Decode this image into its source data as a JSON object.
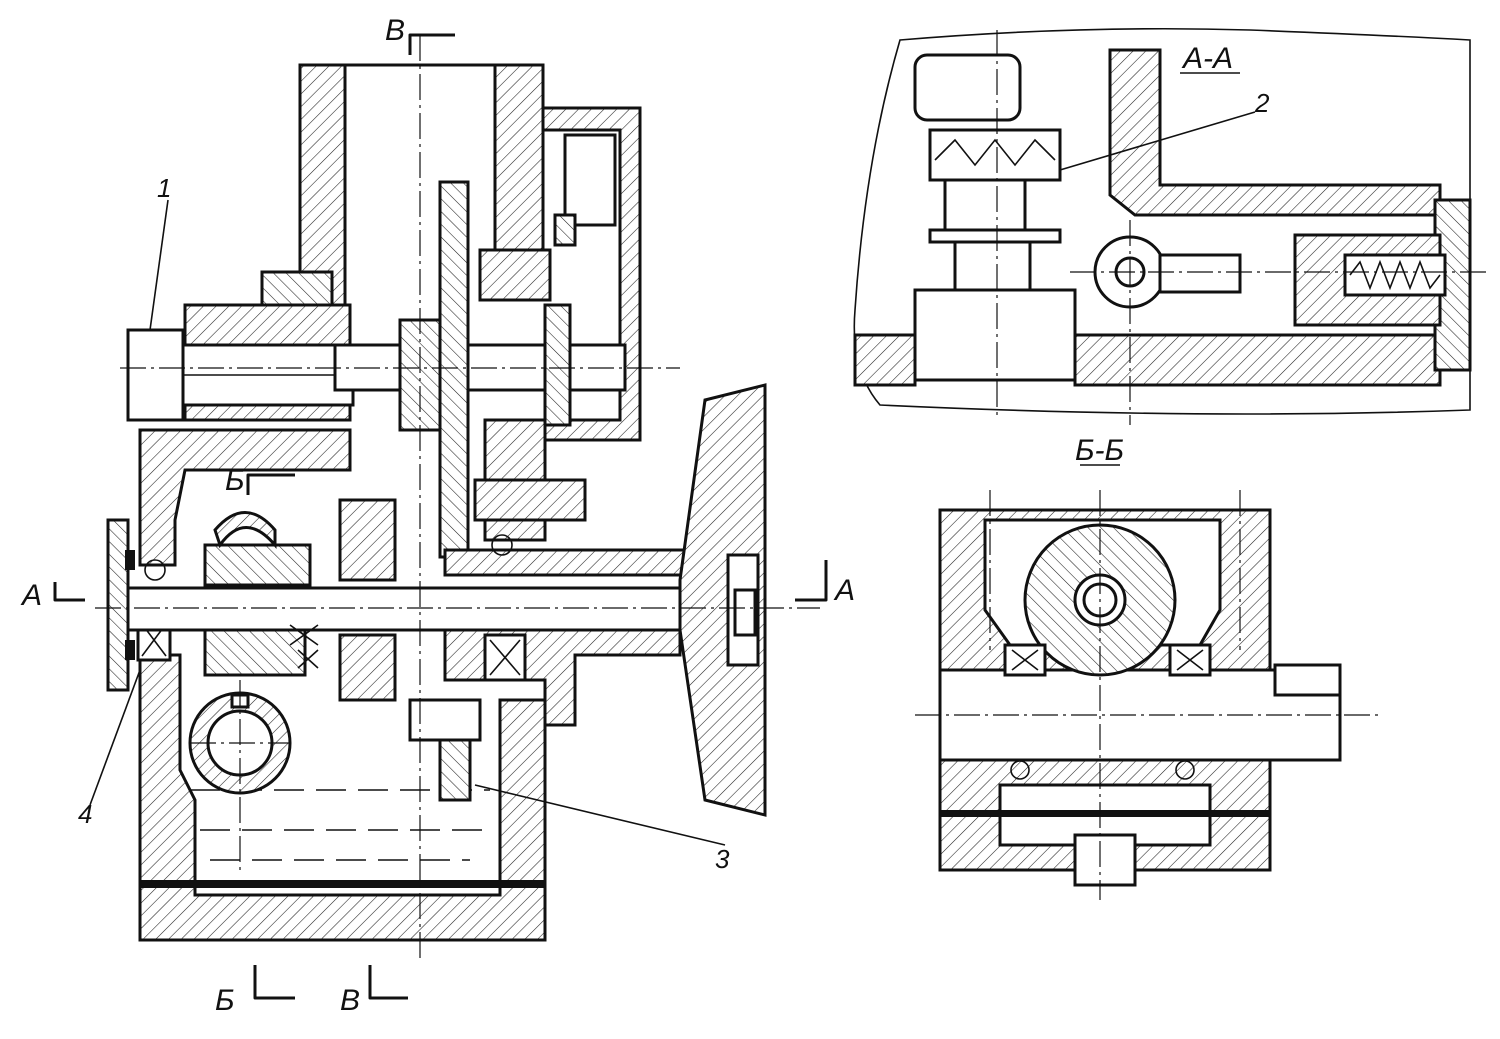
{
  "labels": {
    "section_a": "А-А",
    "section_b": "Б-Б",
    "cut_a_left": "А",
    "cut_a_right": "А",
    "cut_b_top": "Б",
    "cut_b_bottom": "Б",
    "cut_v_top": "В",
    "cut_v_bottom": "В",
    "callout_1": "1",
    "callout_2": "2",
    "callout_3": "3",
    "callout_4": "4"
  }
}
